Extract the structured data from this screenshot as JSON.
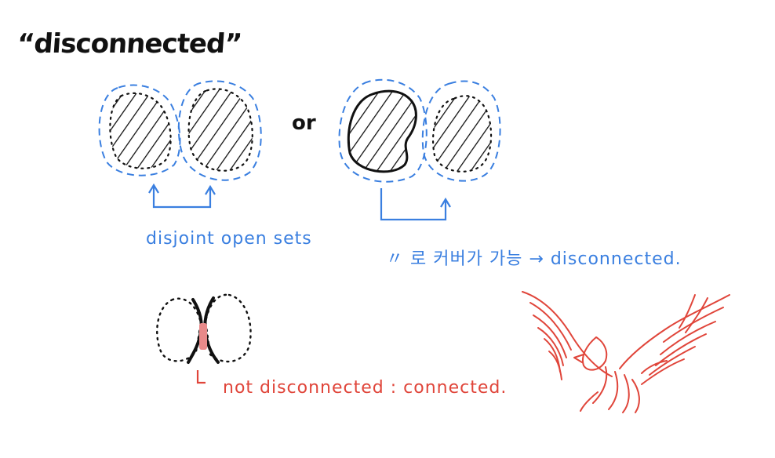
{
  "title": "“disconnected”",
  "or_label": "or",
  "left_note": "disjoint open sets",
  "right_note": "〃  로 커버가 가능  →  disconnected.",
  "bottom_note": "not disconnected : connected.",
  "colors": {
    "ink": "#111111",
    "blue": "#3a7fe0",
    "red": "#e0453a",
    "pink": "#e88a8a"
  },
  "icons": [
    "phoenix-icon"
  ]
}
